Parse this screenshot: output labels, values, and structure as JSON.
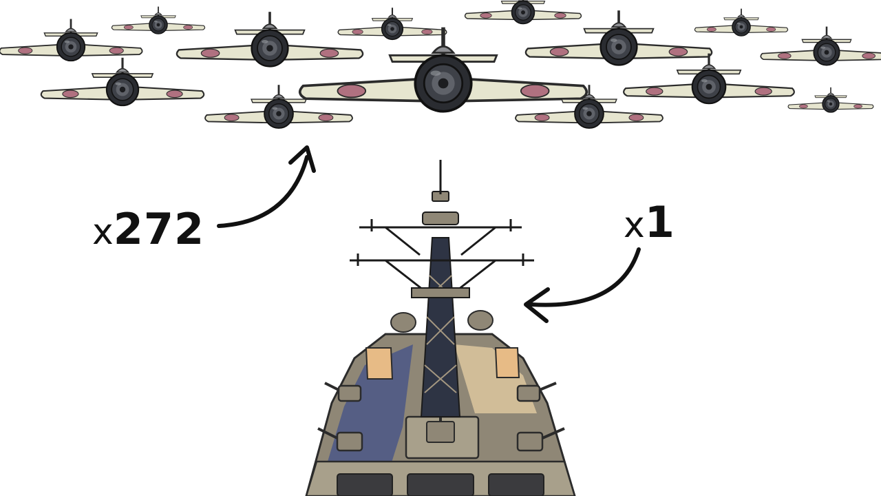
{
  "labels": {
    "planes": {
      "prefix": "x",
      "count": "272"
    },
    "ship": {
      "prefix": "x",
      "count": "1"
    }
  },
  "colors": {
    "background": "#ffffff",
    "ink": "#111111",
    "plane_wing": "#e6e5cf",
    "plane_roundel": "#b07180",
    "plane_engine": "#2a2c31",
    "ship_hull": "#8f8776",
    "ship_light": "#d8c39c",
    "ship_shadow": "#4f5a86",
    "ship_mast": "#2e3444"
  },
  "icons": {
    "aircraft": "fighter-plane-icon",
    "ship": "destroyer-ship-icon",
    "arrow": "curved-arrow-icon"
  }
}
